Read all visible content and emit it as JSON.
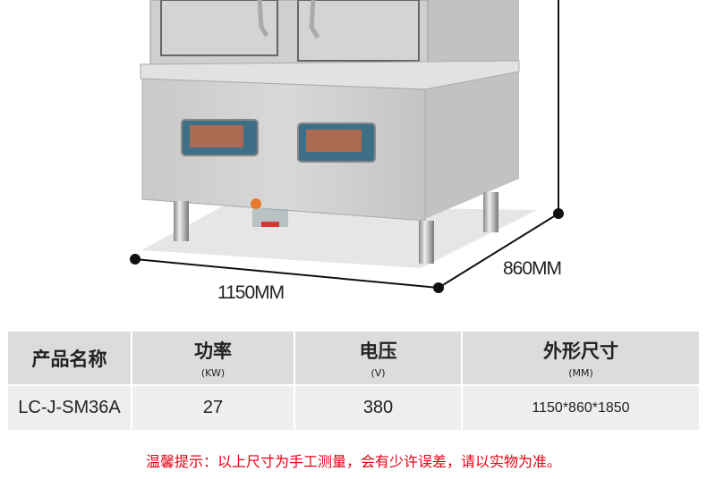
{
  "dimensions": {
    "width_label": "1150MM",
    "depth_label": "860MM"
  },
  "table": {
    "headers": [
      {
        "title": "产品名称",
        "unit": ""
      },
      {
        "title": "功率",
        "unit": "(KW)"
      },
      {
        "title": "电压",
        "unit": "(V)"
      },
      {
        "title": "外形尺寸",
        "unit": "(MM)"
      }
    ],
    "row": [
      "LC-J-SM36A",
      "27",
      "380",
      "1150*860*1850"
    ]
  },
  "note": "温馨提示：以上尺寸为手工测量，会有少许误差，请以实物为准。",
  "colors": {
    "note": "#e60012",
    "header_bg": "#dcdcdc",
    "row_bg": "#eeeeee"
  }
}
